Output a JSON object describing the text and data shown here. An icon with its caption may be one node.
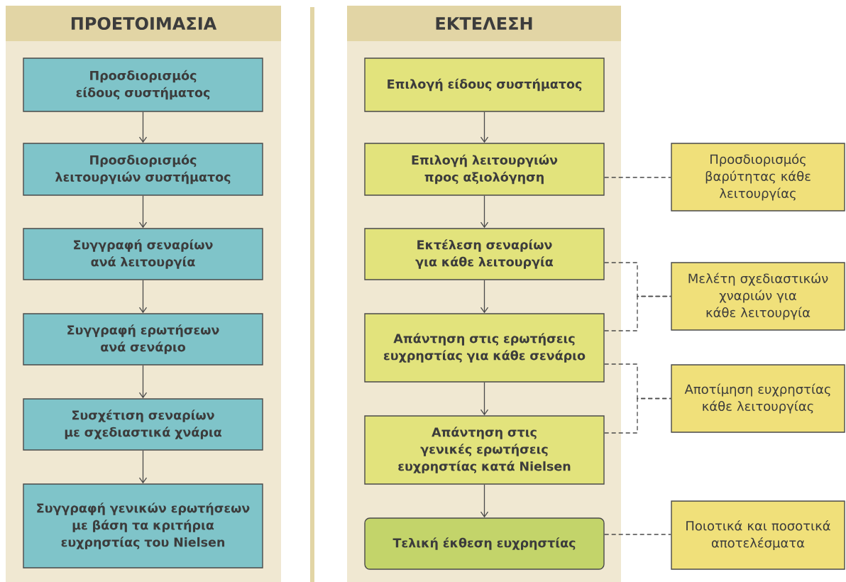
{
  "diagram": {
    "nodes": [
      {
        "text": [
          "ΠΡΟΕΤΟΙΜΑΣΙΑ"
        ]
      },
      {
        "text": [
          "Προσδιορισμός είδους συστήματος"
        ],
        "in": 0
      },
      {
        "text": [
          "Προσδιορισμός λειτουργιών συστήματος"
        ],
        "in": 0
      },
      {
        "text": [
          "Συγγραφή σεναρίων ανά λειτουργία"
        ],
        "in": 0
      },
      {
        "text": [
          "Συγγραφή ερωτήσεων ανά σενάριο"
        ],
        "in": 0
      },
      {
        "text": [
          "Συσχέτιση σεναρίων με σχεδιαστικά χνάρια"
        ],
        "in": 0
      },
      {
        "text": [
          "Συγγραφή γενικών ερωτήσεων με βάση τα κριτήρια ευχρηστίας του Nielsen"
        ],
        "in": 0
      },
      {
        "text": [
          "ΕΚΤΕΛΕΣΗ"
        ]
      },
      {
        "text": [
          "Επιλογή είδους συστήματος"
        ],
        "in": 7
      },
      {
        "text": [
          "Επιλογή λειτουργιών προς αξιολόγηση"
        ],
        "in": 7
      },
      {
        "text": [
          "Εκτέλεση σεναρίων για κάθε λειτουργία"
        ],
        "in": 7
      },
      {
        "text": [
          "Απάντηση στις ερωτήσεις ευχρηστίας για κάθε σενάριο"
        ],
        "in": 7
      },
      {
        "text": [
          "Απάντηση στις γενικές ερωτήσεις ευχρηστίας κατά Nielsen"
        ],
        "in": 7
      },
      {
        "text": [
          "Τελική έκθεση ευχρηστίας"
        ],
        "in": 7
      },
      {
        "text": [
          "Προσδιορισμός βαρύτητας κάθε λειτουργίας"
        ]
      },
      {
        "text": [
          "Μελέτη σχεδιαστικών χναριών για κάθε λειτουργία"
        ]
      },
      {
        "text": [
          "Αποτίμηση ευχρηστίας κάθε λειτουργίας"
        ]
      },
      {
        "text": [
          "Ποιοτικά και ποσοτικά αποτελέσματα"
        ]
      }
    ],
    "edges": [
      {
        "from": 1,
        "to": 2,
        "arrow": "to"
      },
      {
        "from": 2,
        "to": 3,
        "arrow": "to"
      },
      {
        "from": 3,
        "to": 4,
        "arrow": "to"
      },
      {
        "from": 4,
        "to": 5,
        "arrow": "to"
      },
      {
        "from": 5,
        "to": 6,
        "arrow": "to"
      },
      {
        "from": 8,
        "to": 9,
        "arrow": "to"
      },
      {
        "from": 9,
        "to": 10,
        "arrow": "to"
      },
      {
        "from": 10,
        "to": 11,
        "arrow": "to"
      },
      {
        "from": 11,
        "to": 12,
        "arrow": "to"
      },
      {
        "from": 12,
        "to": 13,
        "arrow": "to"
      },
      {
        "from": 9,
        "to": 14,
        "arrow": "none",
        "style": "dashed"
      },
      {
        "from": 10,
        "to": 15,
        "arrow": "none",
        "style": "dashed"
      },
      {
        "from": 11,
        "to": 15,
        "arrow": "none",
        "style": "dashed"
      },
      {
        "from": 11,
        "to": 16,
        "arrow": "none",
        "style": "dashed"
      },
      {
        "from": 12,
        "to": 16,
        "arrow": "none",
        "style": "dashed"
      },
      {
        "from": 13,
        "to": 17,
        "arrow": "none",
        "style": "dashed"
      }
    ]
  }
}
